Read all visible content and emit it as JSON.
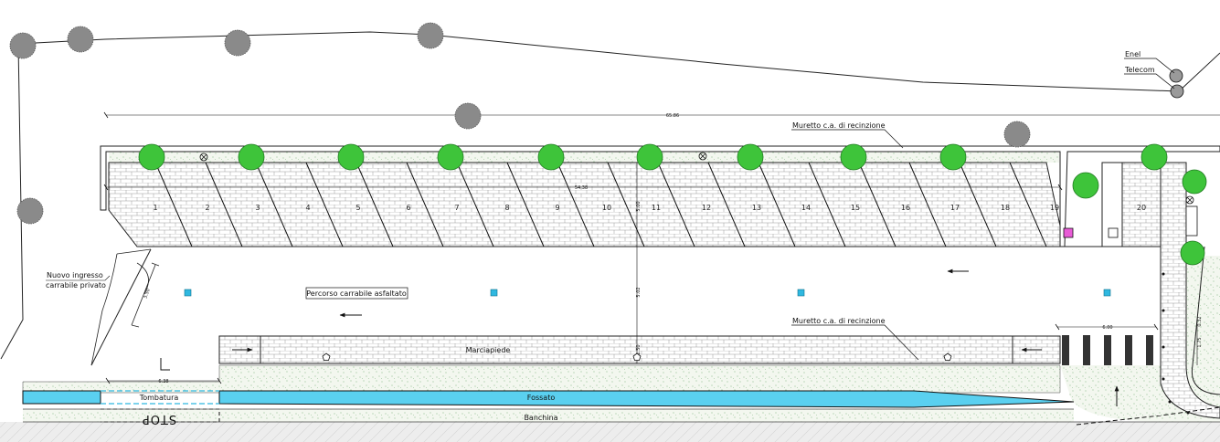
{
  "labels": {
    "enel": "Enel",
    "telecom": "Telecom",
    "muretto_top": "Muretto c.a. di recinzione",
    "muretto_bottom": "Muretto c.a. di recinzione",
    "nuovo_ingresso_line1": "Nuovo ingresso",
    "nuovo_ingresso_line2": "carrabile privato",
    "percorso": "Percorso carrabile asfaltato",
    "marciapiede": "Marciapiede",
    "tombatura": "Tombatura",
    "fossato": "Fossato",
    "stop": "STOP",
    "banchina": "Banchina"
  },
  "dimensions": {
    "overall": "65.86",
    "parking_row": "54.38",
    "stall_depth": "5.00",
    "lane_width": "5.02",
    "sidewalk": "1.50",
    "entrance": "3.50",
    "tombatura_length": "6.38",
    "crosswalk": "6.00",
    "right_a": "1.75",
    "right_b": "0.32"
  },
  "parking_stalls": [
    "1",
    "2",
    "3",
    "4",
    "5",
    "6",
    "7",
    "8",
    "9",
    "10",
    "11",
    "12",
    "13",
    "14",
    "15",
    "16",
    "17",
    "18",
    "19",
    "20"
  ],
  "colors": {
    "tree_green": "#3ec43a",
    "tree_gray": "#8a8a8a",
    "water": "#5ad0f0",
    "paving_line": "#9a9a9a",
    "accessible_marker": "#e85bd6",
    "drain_marker": "#2fb8e0"
  }
}
